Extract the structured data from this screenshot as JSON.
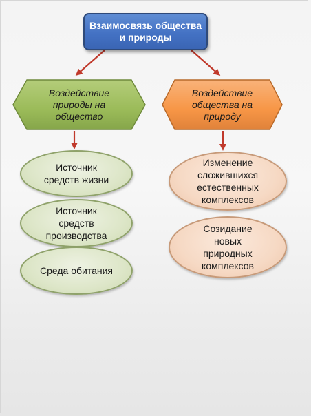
{
  "title": "Взаимосвязь общества и природы",
  "left_branch": {
    "heading": "Воздействие\nприроды на\nобщество",
    "items": [
      "Источник\nсредств жизни",
      "Источник\nсредств\nпроизводства",
      "Среда обитания"
    ]
  },
  "right_branch": {
    "heading": "Воздействие\nобщества на\nприроду",
    "items": [
      "Изменение\nсложившихся\nестественных\nкомплексов",
      "Созидание\nновых\nприродных\nкомплексов"
    ]
  },
  "colors": {
    "title_fill": "#4472c4",
    "left_fill": "#9bbb59",
    "right_fill": "#f79646",
    "arrow": "#c0392b"
  }
}
